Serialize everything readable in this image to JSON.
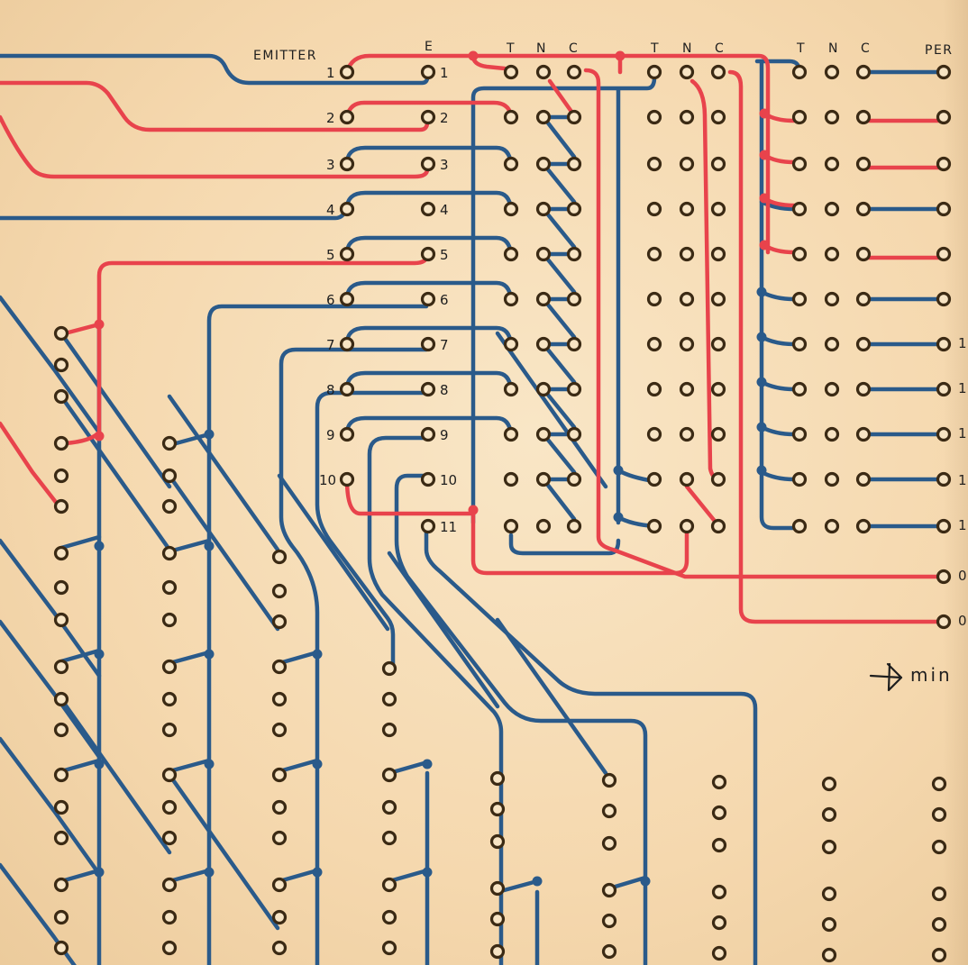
{
  "headers": {
    "emitter": "EMITTER",
    "e": "E",
    "group1": [
      "T",
      "N",
      "C"
    ],
    "group2": [
      "T",
      "N",
      "C"
    ],
    "group3": [
      "T",
      "N",
      "C"
    ],
    "per": "PER"
  },
  "emitter_labels": [
    "1",
    "2",
    "3",
    "4",
    "5",
    "6",
    "7",
    "8",
    "9",
    "10"
  ],
  "e_labels": [
    "1",
    "2",
    "3",
    "4",
    "5",
    "6",
    "7",
    "8",
    "9",
    "10",
    "11"
  ],
  "right_edge_labels": [
    "1",
    "1",
    "1",
    "1",
    "1",
    "0",
    "0"
  ],
  "note": "min",
  "colors": {
    "red": "#e8434c",
    "blue": "#2a5a8a",
    "hole": "#3b2a14",
    "paper": "#f6dcb5"
  }
}
